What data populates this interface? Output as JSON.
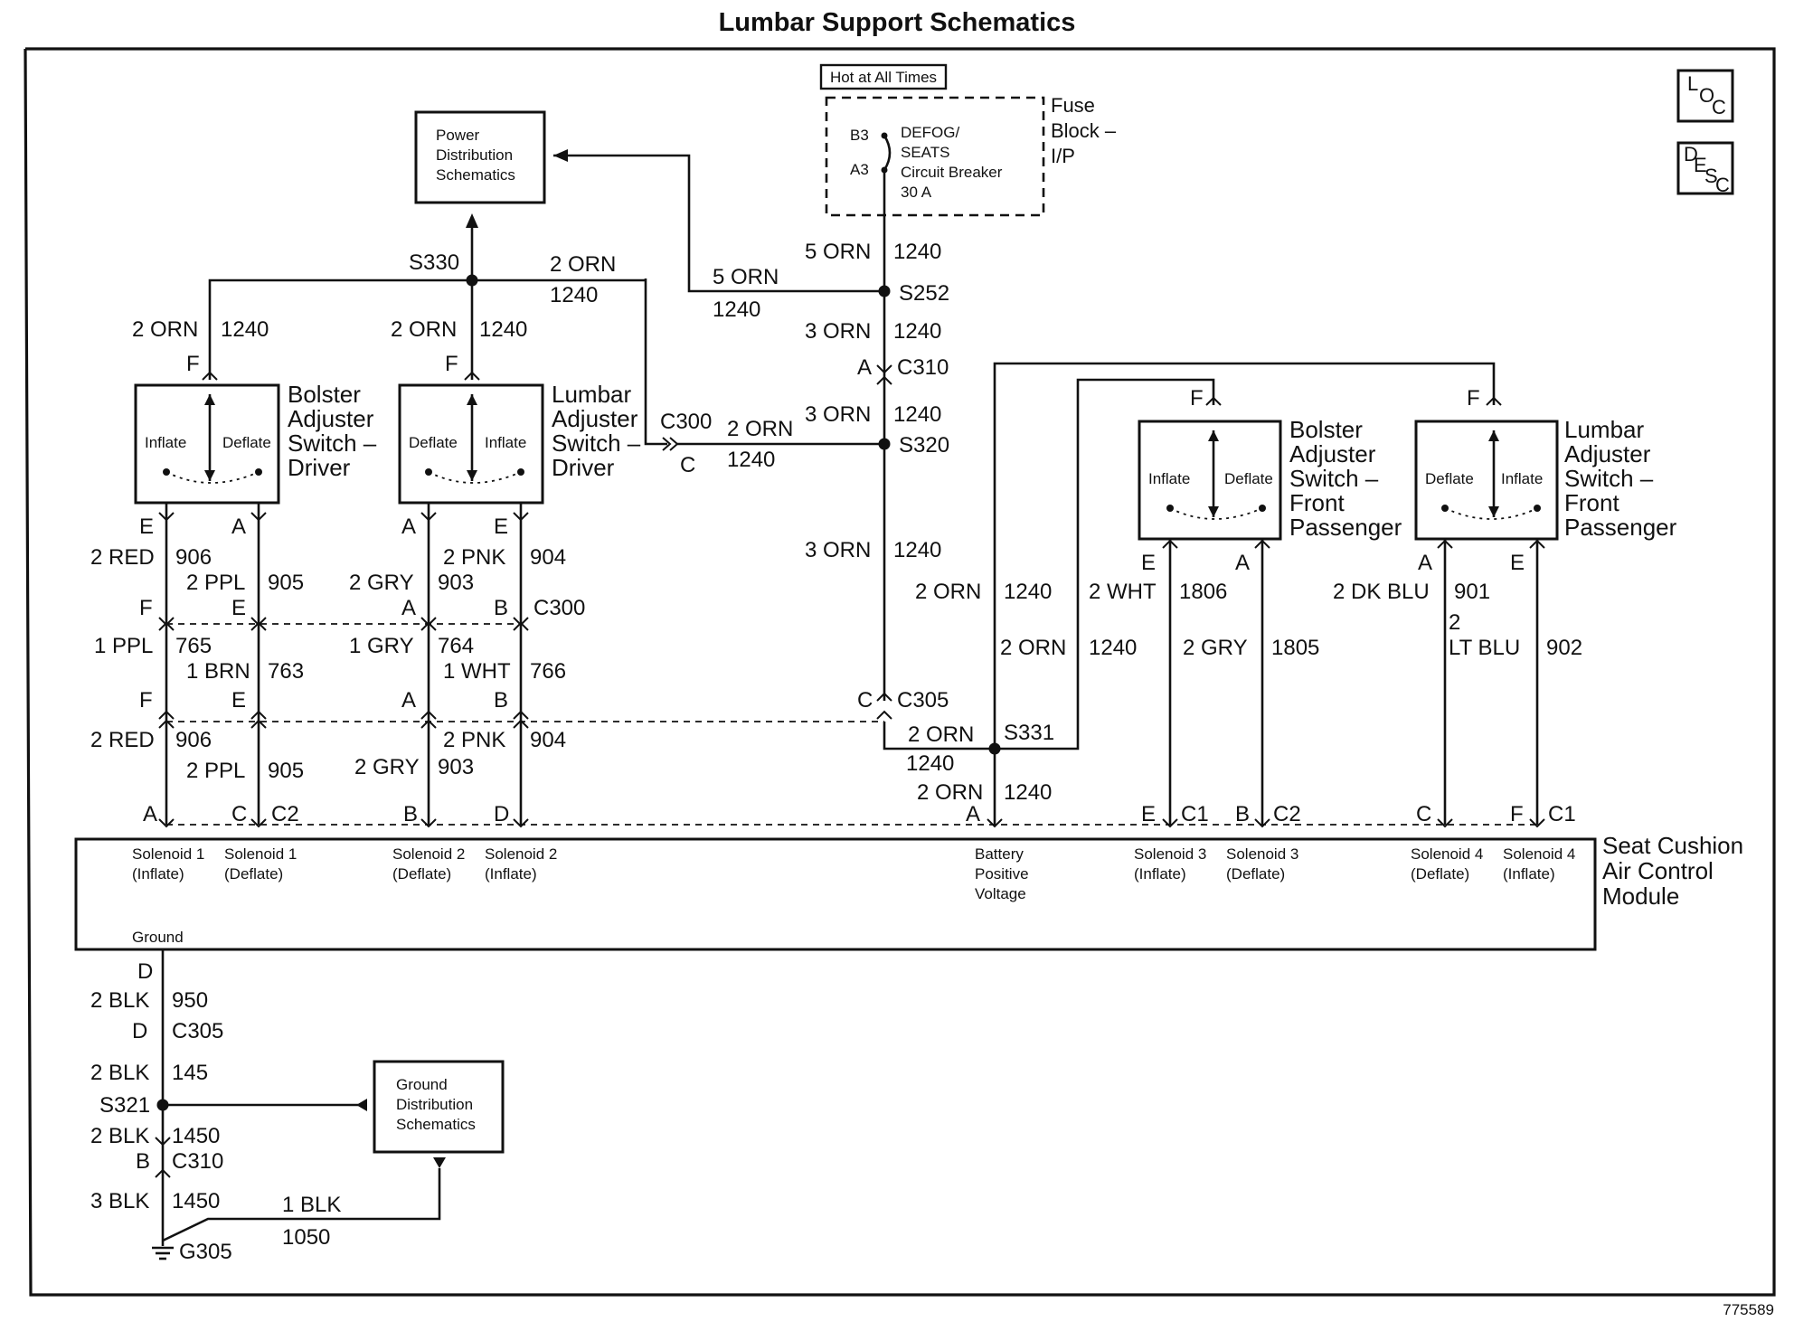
{
  "title": "Lumbar Support Schematics",
  "ref_number": "775589",
  "corner_icons": {
    "loc": [
      "L",
      "O",
      "C"
    ],
    "desc": [
      "D",
      "E",
      "S",
      "C"
    ]
  },
  "hot_label": "Hot at All Times",
  "fuse_block": {
    "label": [
      "Fuse",
      "Block –",
      "I/P"
    ],
    "breaker": [
      "DEFOG/",
      "SEATS",
      "Circuit Breaker",
      "30 A"
    ],
    "pin_b3": "B3",
    "pin_a3": "A3"
  },
  "power_dist": [
    "Power",
    "Distribution",
    "Schematics"
  ],
  "ground_dist": [
    "Ground",
    "Distribution",
    "Schematics"
  ],
  "switches": {
    "bolster_driver": {
      "name": [
        "Bolster",
        "Adjuster",
        "Switch –",
        "Driver"
      ],
      "left": "Inflate",
      "right": "Deflate"
    },
    "lumbar_driver": {
      "name": [
        "Lumbar",
        "Adjuster",
        "Switch –",
        "Driver"
      ],
      "left": "Deflate",
      "right": "Inflate"
    },
    "bolster_pass": {
      "name": [
        "Bolster",
        "Adjuster",
        "Switch –",
        "Front",
        "Passenger"
      ],
      "left": "Inflate",
      "right": "Deflate"
    },
    "lumbar_pass": {
      "name": [
        "Lumbar",
        "Adjuster",
        "Switch –",
        "Front",
        "Passenger"
      ],
      "left": "Deflate",
      "right": "Inflate"
    }
  },
  "module": {
    "name": [
      "Seat Cushion",
      "Air Control",
      "Module"
    ],
    "ground": "Ground",
    "pins": [
      [
        "Solenoid 1",
        "(Inflate)"
      ],
      [
        "Solenoid 1",
        "(Deflate)"
      ],
      [
        "Solenoid 2",
        "(Deflate)"
      ],
      [
        "Solenoid 2",
        "(Inflate)"
      ],
      [
        "Battery",
        "Positive",
        "Voltage"
      ],
      [
        "Solenoid 3",
        "(Inflate)"
      ],
      [
        "Solenoid 3",
        "(Deflate)"
      ],
      [
        "Solenoid 4",
        "(Deflate)"
      ],
      [
        "Solenoid 4",
        "(Inflate)"
      ]
    ]
  },
  "labels": {
    "s330": "S330",
    "s252": "S252",
    "s320": "S320",
    "s331": "S331",
    "s321": "S321",
    "g305": "G305",
    "orn2": "2 ORN",
    "orn3": "3 ORN",
    "orn5": "5 ORN",
    "n1240": "1240",
    "c300": "C300",
    "c305": "C305",
    "c310": "C310",
    "c1": "C1",
    "c2": "C2",
    "pA": "A",
    "pB": "B",
    "pC": "C",
    "pD": "D",
    "pE": "E",
    "pF": "F",
    "red2": "2 RED",
    "n906": "906",
    "ppl2": "2 PPL",
    "n905": "905",
    "gry2": "2 GRY",
    "n903": "903",
    "pnk2": "2 PNK",
    "n904": "904",
    "ppl1": "1 PPL",
    "n765": "765",
    "brn1": "1 BRN",
    "n763": "763",
    "gry1": "1 GRY",
    "n764": "764",
    "wht1": "1 WHT",
    "n766": "766",
    "wht2": "2 WHT",
    "n1806": "1806",
    "n1805": "1805",
    "dkblu2": "2 DK BLU",
    "n901": "901",
    "n2": "2",
    "ltblu": "LT BLU",
    "n902": "902",
    "blk2": "2 BLK",
    "n950": "950",
    "n145": "145",
    "n1450": "1450",
    "blk3": "3 BLK",
    "blk1": "1 BLK",
    "n1050": "1050"
  }
}
